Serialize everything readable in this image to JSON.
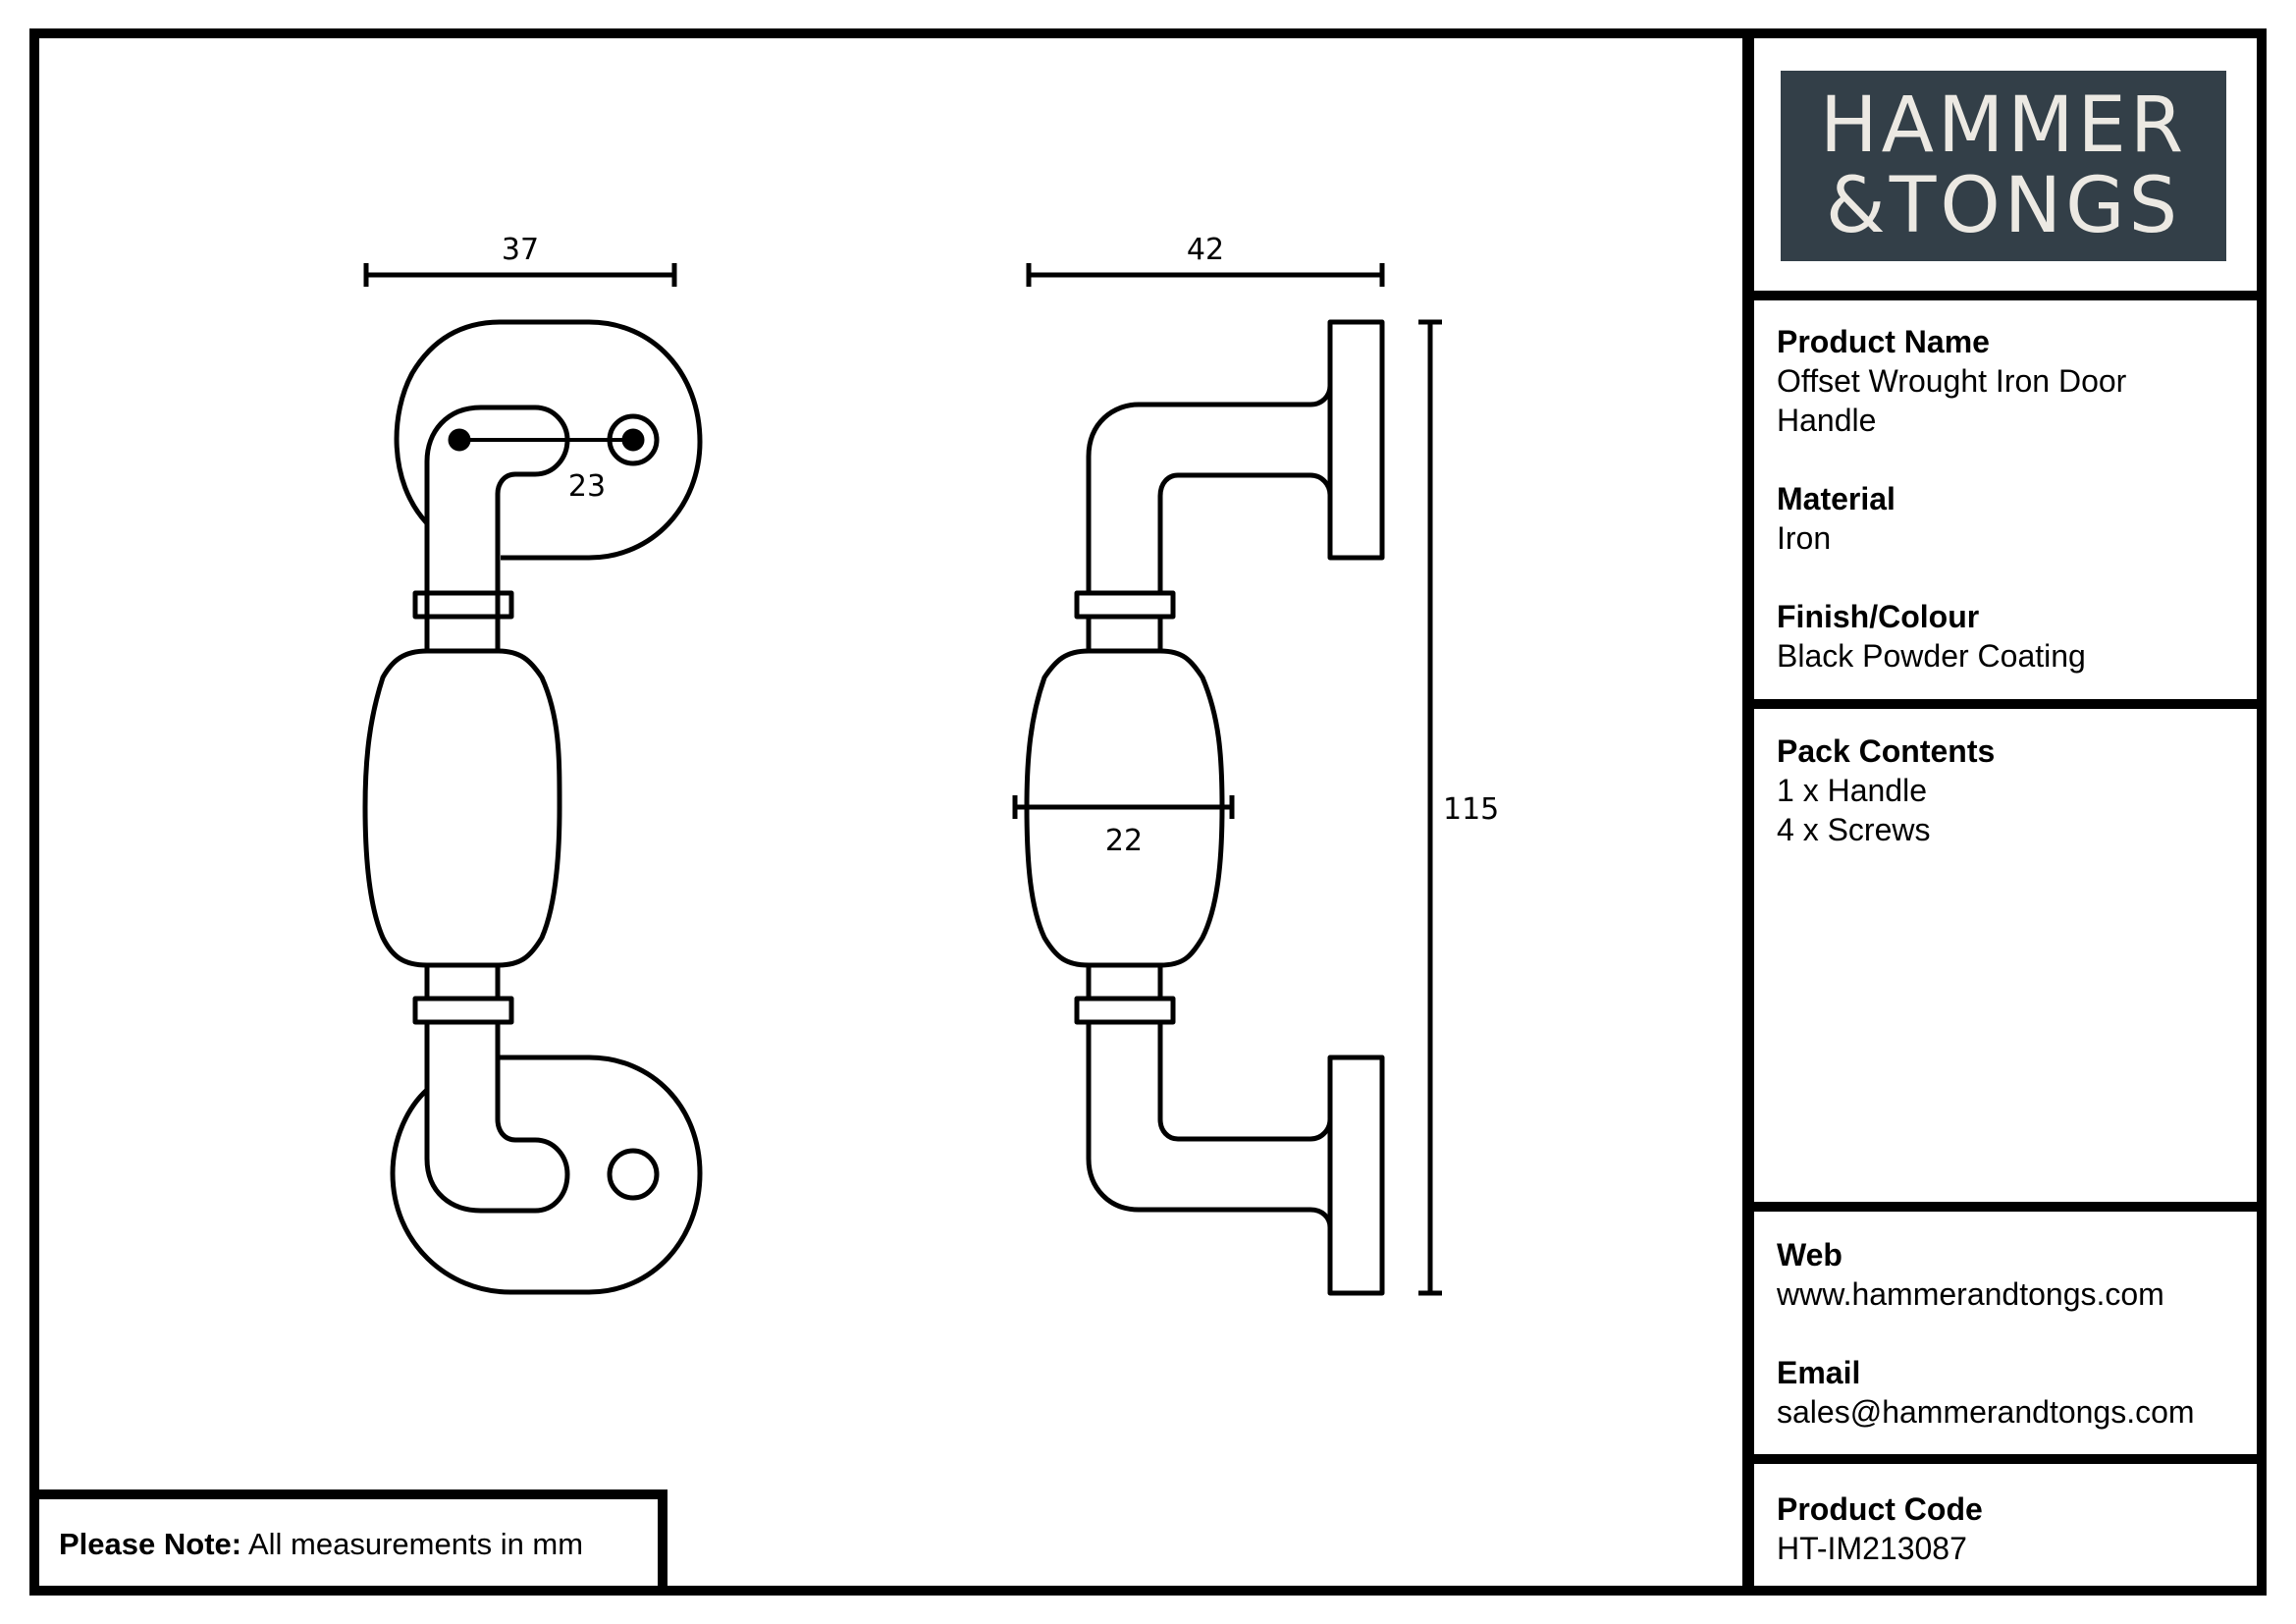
{
  "brand": {
    "line1": "HAMMER",
    "line2_amp": "&",
    "line2_rest": "TONGS",
    "bg_color": "#333f48",
    "text_color": "#ece9e3"
  },
  "details": {
    "product_name_label": "Product Name",
    "product_name_line1": "Offset Wrought Iron Door",
    "product_name_line2": "Handle",
    "material_label": "Material",
    "material": "Iron",
    "finish_label": "Finish/Colour",
    "finish": "Black Powder Coating",
    "pack_label": "Pack Contents",
    "pack_items": [
      "1 x Handle",
      "4 x Screws"
    ],
    "web_label": "Web",
    "web": "www.hammerandtongs.com",
    "email_label": "Email",
    "email": "sales@hammerandtongs.com",
    "code_label": "Product Code",
    "code": "HT-IM213087"
  },
  "note": {
    "label": "Please Note:",
    "text": "All measurements in mm"
  },
  "dimensions": {
    "front_width": "37",
    "fixing_centres": "23",
    "side_projection": "42",
    "grip_diameter": "22",
    "overall_height": "115",
    "unit": "mm"
  }
}
